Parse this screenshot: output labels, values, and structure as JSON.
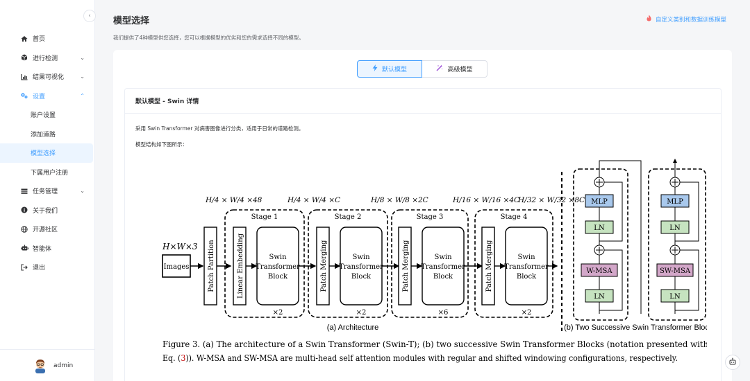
{
  "sidebar": {
    "items": [
      {
        "label": "首页",
        "icon": "home-icon"
      },
      {
        "label": "进行检测",
        "icon": "cube-icon"
      },
      {
        "label": "结果可视化",
        "icon": "chart-icon"
      },
      {
        "label": "设置",
        "icon": "gears-icon"
      }
    ],
    "sub_items": [
      {
        "label": "账户设置"
      },
      {
        "label": "添加道路"
      },
      {
        "label": "模型选择"
      },
      {
        "label": "下属用户注册"
      }
    ],
    "items_after": [
      {
        "label": "任务管理",
        "icon": "tasks-icon"
      },
      {
        "label": "关于我们",
        "icon": "info-icon"
      },
      {
        "label": "开源社区",
        "icon": "globe-icon"
      },
      {
        "label": "智能体",
        "icon": "robot-icon"
      },
      {
        "label": "退出",
        "icon": "logout-icon"
      }
    ],
    "user": {
      "name": "admin"
    },
    "accent": "#409eff"
  },
  "page": {
    "title": "模型选择",
    "description": "我们提供了4种模型供您选择，您可以根据模型的优劣和您的需求选择不同的模型。",
    "custom_link": "自定义类别和数据训练模型"
  },
  "tabs": [
    {
      "label": "默认模型",
      "icon": "bolt-icon",
      "active": true
    },
    {
      "label": "高级模型",
      "icon": "magic-icon",
      "active": false
    }
  ],
  "detail": {
    "title": "默认模型 - Swin 详情",
    "description": "采用 Swin Transformer 对病害图像进行分类，适用于日常的道路检测。",
    "structure_label": "模型结构如下图所示："
  },
  "figure": {
    "dims_input": "H×W×3",
    "images": "Images",
    "patch_partition": "Patch Partition",
    "linear_embedding": "Linear Embedding",
    "patch_merging": "Patch Merging",
    "swin_block_1": "Swin",
    "swin_block_2": "Transformer",
    "swin_block_3": "Block",
    "stage1": "Stage 1",
    "stage2": "Stage 2",
    "stage3": "Stage 3",
    "stage4": "Stage 4",
    "dim1": "H/4 × W/4 ×48",
    "dim2": "H/4 × W/4 ×C",
    "dim3": "H/8 × W/8 ×2C",
    "dim4": "H/16 × W/16 ×4C",
    "dim5": "H/32 × W/32 ×8C",
    "rep1": "×2",
    "rep2": "×2",
    "rep3": "×6",
    "rep4": "×2",
    "caption_a": "(a) Architecture",
    "caption_b": "(b) Two Successive Swin Transformer Blocks",
    "mlp": "MLP",
    "ln": "LN",
    "wmsa": "W-MSA",
    "swmsa": "SW-MSA",
    "caption_line1": "Figure 3. (a) The architecture of a Swin Transformer (Swin-T); (b) two successive Swin Transformer Blocks (notation presented with",
    "caption_line2_pre": "Eq. (",
    "caption_line2_ref": "3",
    "caption_line2_post": ")). W-MSA and SW-MSA are multi-head self attention modules with regular and shifted windowing configurations, respectively.",
    "colors": {
      "mlp": "#a8c8ec",
      "ln": "#c6e3c0",
      "msa": "#d3a7c9",
      "ref": "#c00000"
    }
  }
}
